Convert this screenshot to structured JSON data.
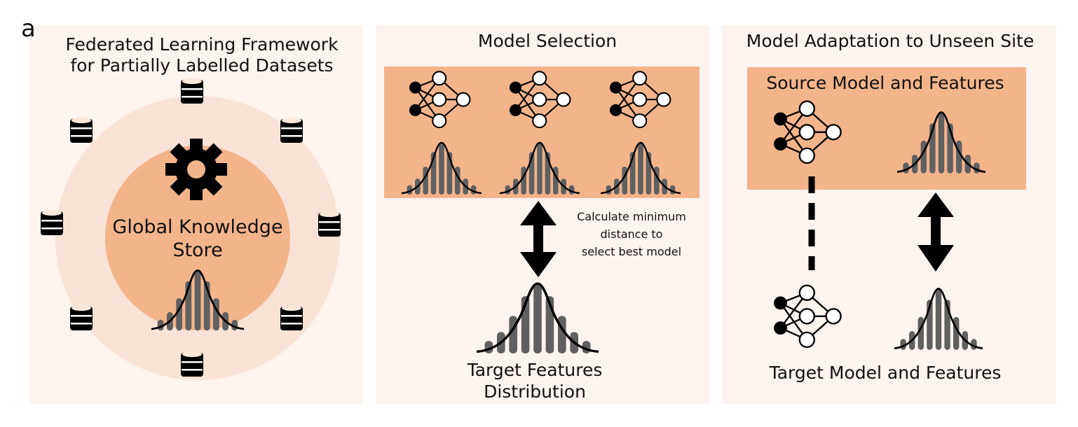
{
  "figure": {
    "panel_letter": "a",
    "colors": {
      "panel_bg": "#fdf3ef",
      "outer_ring": "#fae3d6",
      "accent": "#f3b48b",
      "bar": "#606060",
      "ink": "#000000",
      "db_top": "#fbe7da"
    }
  },
  "panel1": {
    "title_line1": "Federated Learning Framework",
    "title_line2": "for Partially Labelled Datasets",
    "center_line1": "Global Knowledge",
    "center_line2": "Store",
    "gear_icon": "gear-icon",
    "database_icon": "database-icon"
  },
  "panel2": {
    "title": "Model Selection",
    "note_line1": "Calculate minimum",
    "note_line2": "distance to",
    "note_line3": "select best model",
    "bottom_line1": "Target Features",
    "bottom_line2": "Distribution"
  },
  "panel3": {
    "title": "Model Adaptation to Unseen Site",
    "source_label": "Source Model and Features",
    "target_label": "Target Model and Features"
  }
}
